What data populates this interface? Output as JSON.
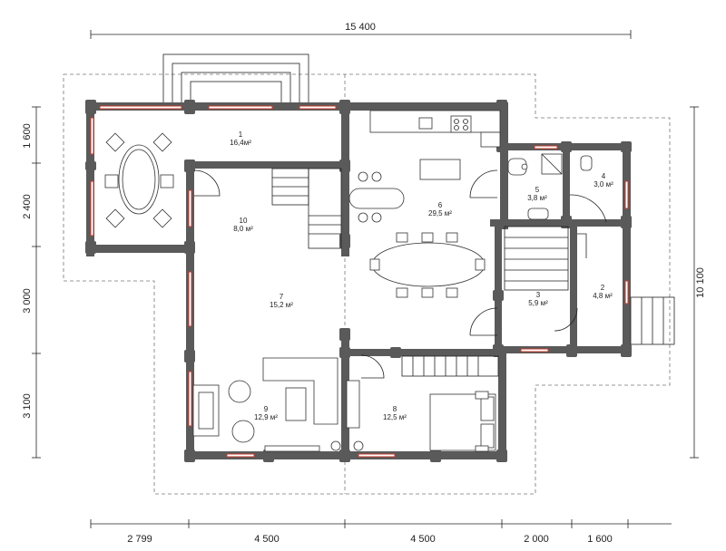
{
  "dimensions": {
    "total_top": "15 400",
    "bottom": [
      "2 799",
      "4 500",
      "4 500",
      "2 000",
      "1 600"
    ],
    "left": [
      "1 600",
      "2 400",
      "3 000",
      "3 100"
    ],
    "right": "10 100"
  },
  "rooms": [
    {
      "num": "1",
      "area": "16,4м²"
    },
    {
      "num": "2",
      "area": "4,8 м²"
    },
    {
      "num": "3",
      "area": "5,9 м²"
    },
    {
      "num": "4",
      "area": "3,0 м²"
    },
    {
      "num": "5",
      "area": "3,8 м²"
    },
    {
      "num": "6",
      "area": "29,5 м²"
    },
    {
      "num": "7",
      "area": "15,2 м²"
    },
    {
      "num": "8",
      "area": "12,5 м²"
    },
    {
      "num": "9",
      "area": "12,9 м²"
    },
    {
      "num": "10",
      "area": "8,0 м²"
    }
  ],
  "colors": {
    "wall": "#5a5a5a",
    "window": "#c0392b",
    "line": "#222222"
  }
}
